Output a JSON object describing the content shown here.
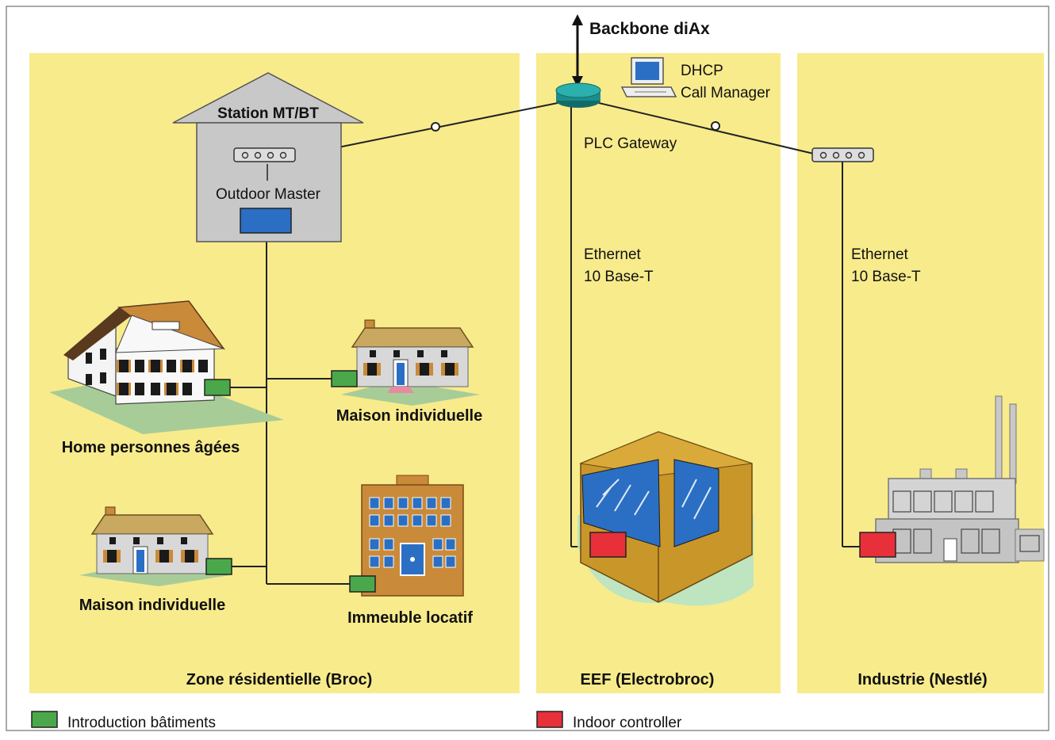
{
  "backbone": {
    "label": "Backbone diAx"
  },
  "server": {
    "line1": "DHCP",
    "line2": "Call Manager"
  },
  "gateway": {
    "label": "PLC Gateway"
  },
  "station": {
    "title": "Station MT/BT",
    "modem_label": "Outdoor Master"
  },
  "ethernet": {
    "line1": "Ethernet",
    "line2": "10 Base-T"
  },
  "buildings": {
    "home": "Home personnes âgées",
    "maison_top": "Maison individuelle",
    "maison_bottom": "Maison individuelle",
    "immeuble": "Immeuble locatif"
  },
  "zones": {
    "residential": "Zone résidentielle (Broc)",
    "eef": "EEF (Electrobroc)",
    "industrie": "Industrie (Nestlé)"
  },
  "legend": {
    "introduction": "Introduction bâtiments",
    "indoor": "Indoor controller"
  },
  "colors": {
    "zone": "#f8eb8c",
    "introduction": "#4aa84a",
    "indoor": "#e8303a",
    "master": "#2a6fc4",
    "gateway": "#1b8e8c"
  }
}
